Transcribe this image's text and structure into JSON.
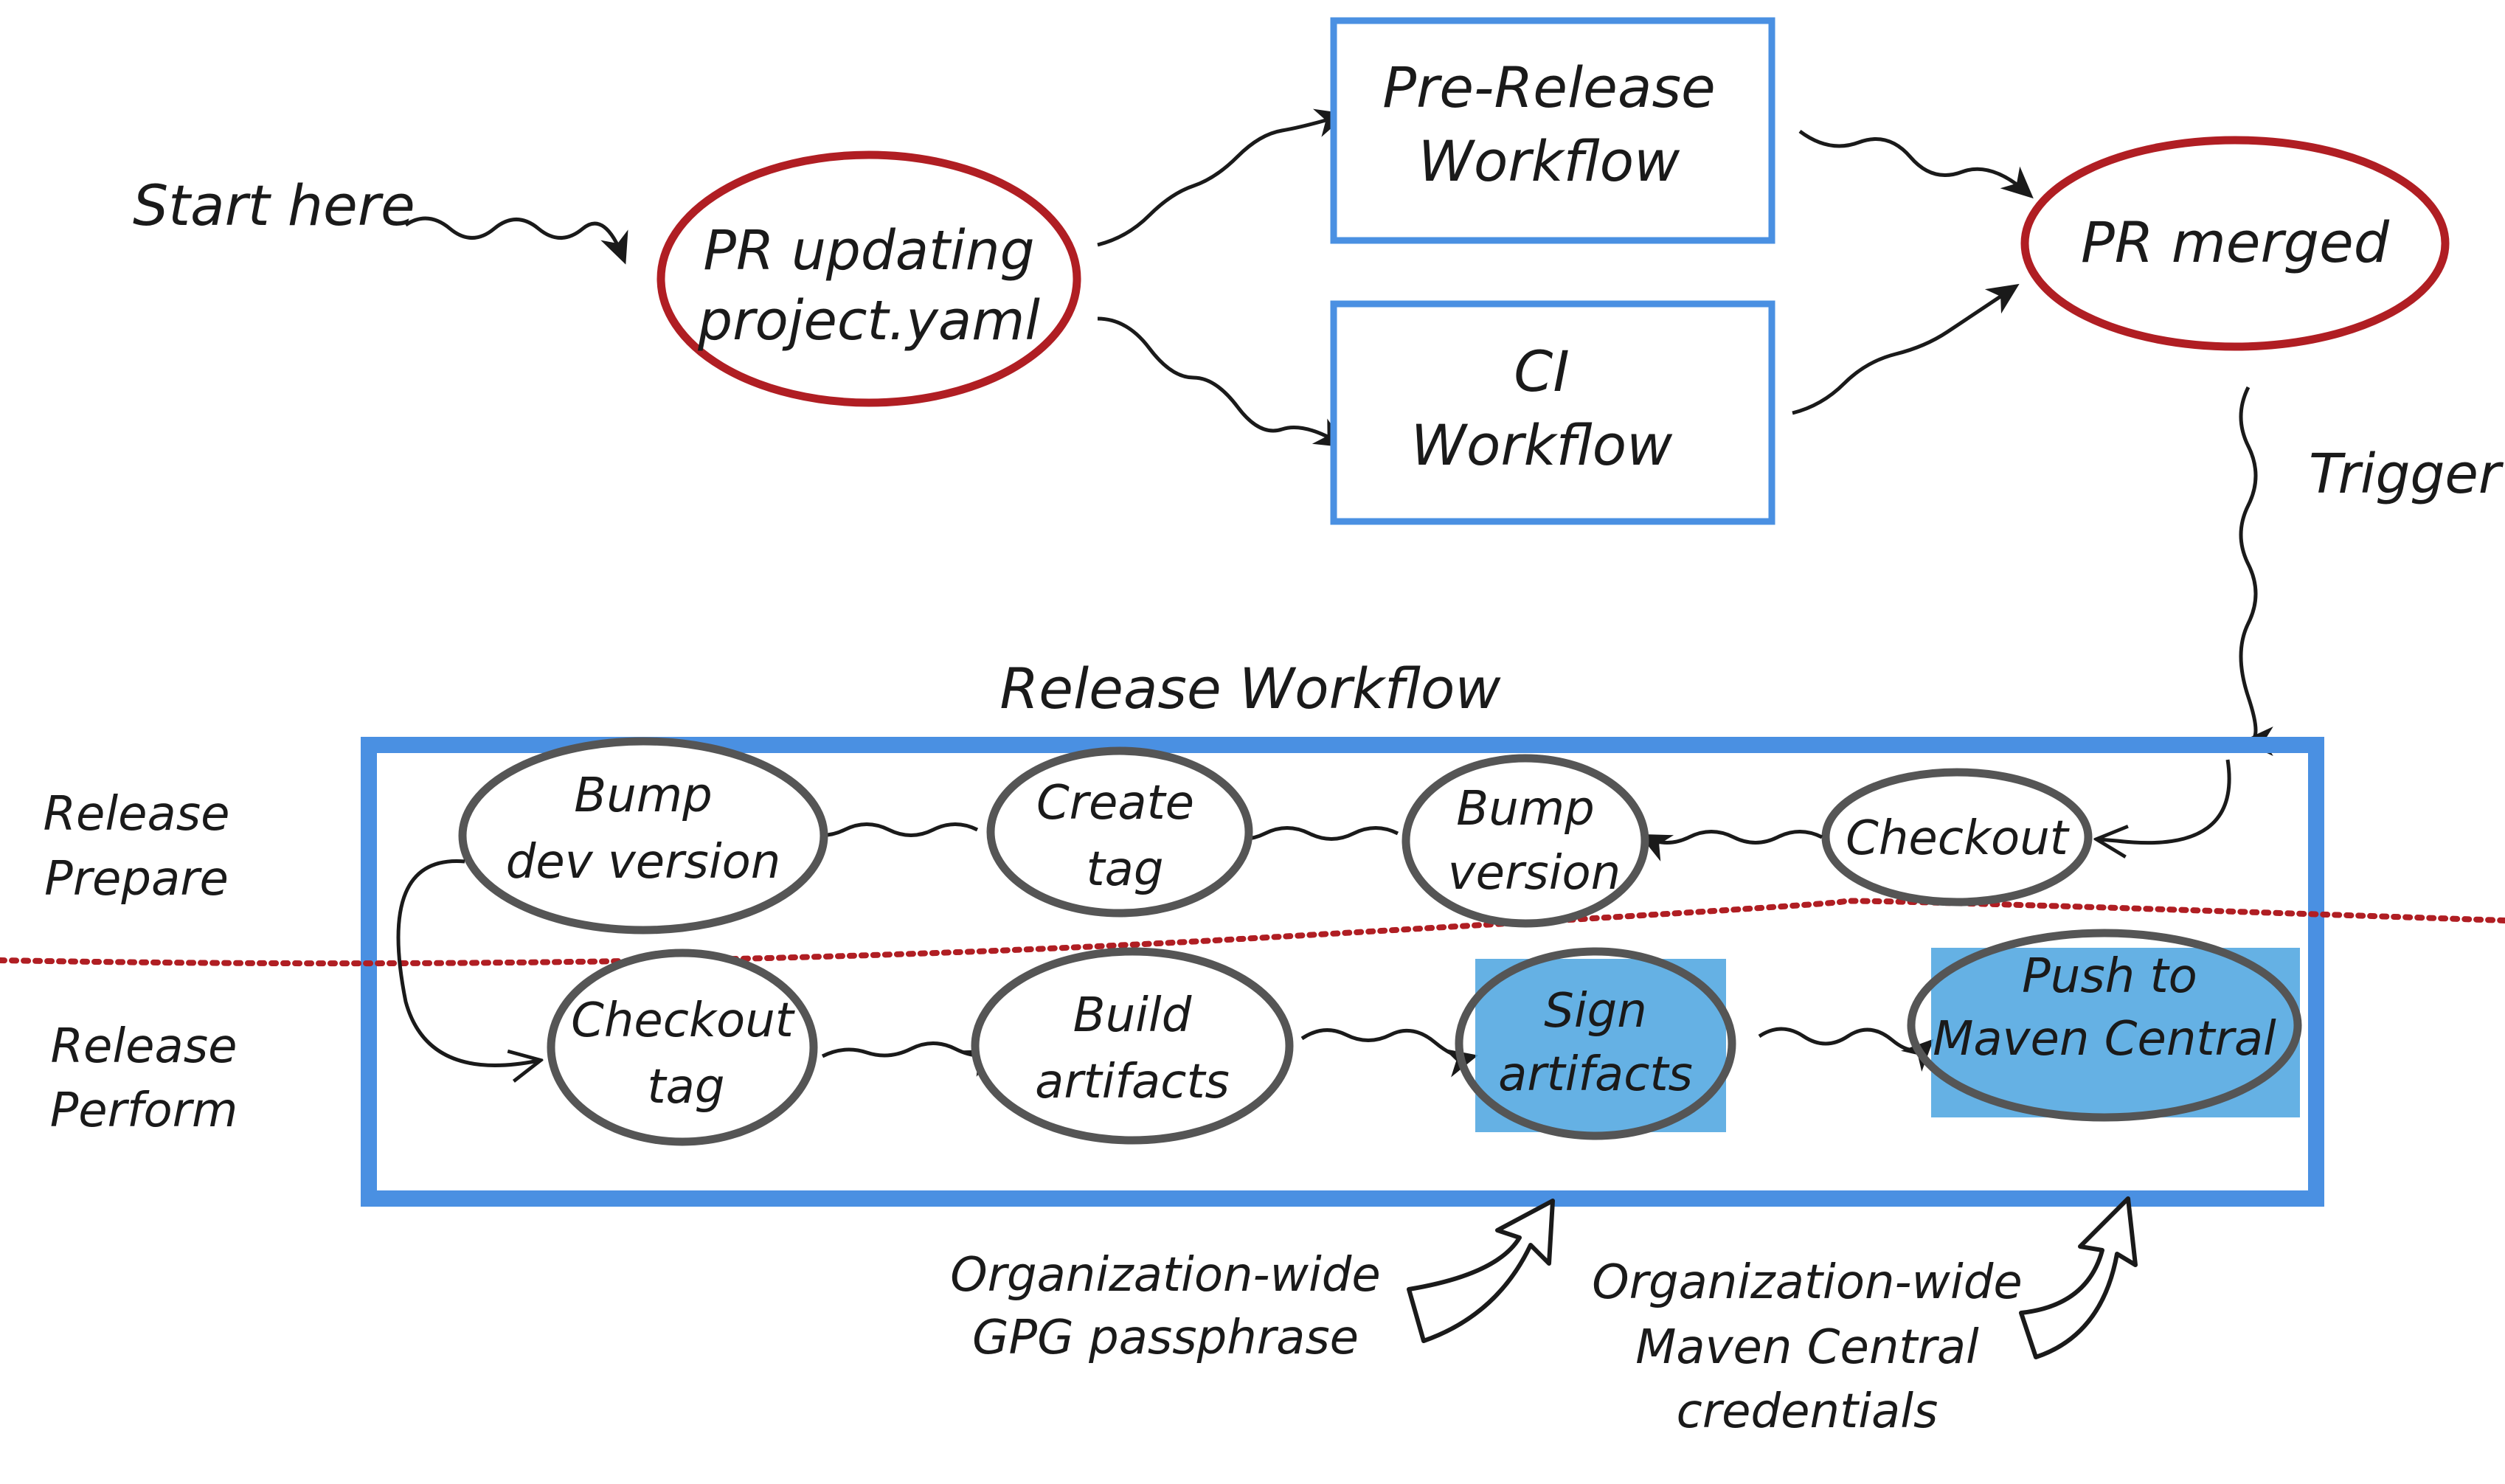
{
  "colors": {
    "red": "#b01e23",
    "blue": "#4a90e2",
    "ink": "#1a1a1a",
    "gray_ring": "#555555",
    "fill_blue": "#4aa3df",
    "divider": "#b01e23"
  },
  "top": {
    "start_label": "Start here",
    "pr_updating": [
      "PR updating",
      "project.yaml"
    ],
    "prerelease": [
      "Pre-Release",
      "Workflow"
    ],
    "ci": [
      "CI",
      "Workflow"
    ],
    "pr_merged": "PR merged",
    "trigger": "Trigger"
  },
  "release": {
    "title": "Release Workflow",
    "prepare_label": [
      "Release",
      "Prepare"
    ],
    "perform_label": [
      "Release",
      "Perform"
    ],
    "prepare_steps": {
      "checkout": [
        "Checkout"
      ],
      "bump_version": [
        "Bump",
        "version"
      ],
      "create_tag": [
        "Create",
        "tag"
      ],
      "bump_dev": [
        "Bump",
        "dev version"
      ]
    },
    "perform_steps": {
      "checkout_tag": [
        "Checkout",
        "tag"
      ],
      "build": [
        "Build",
        "artifacts"
      ],
      "sign": [
        "Sign",
        "artifacts"
      ],
      "push": [
        "Push to",
        "Maven Central"
      ]
    }
  },
  "secrets": {
    "gpg": [
      "Organization-wide",
      "GPG passphrase"
    ],
    "maven": [
      "Organization-wide",
      "Maven Central",
      "credentials"
    ]
  }
}
